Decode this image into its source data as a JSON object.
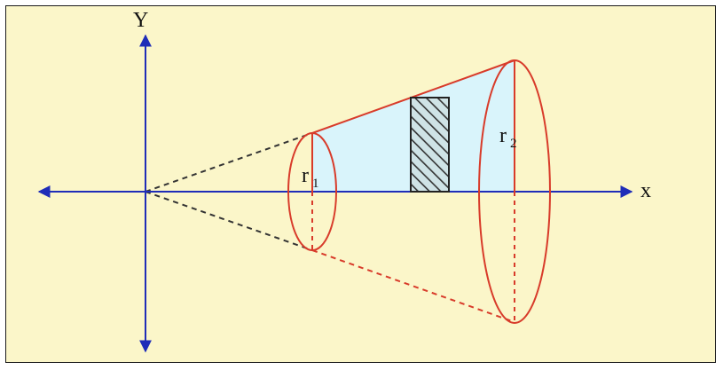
{
  "labels": {
    "y_axis": "Y",
    "x_axis": "x",
    "r1": "r",
    "r1_sub": "1",
    "r2": "r",
    "r2_sub": "2"
  },
  "colors": {
    "background": "#fbf6c9",
    "axis": "#1f2db8",
    "cone_outline": "#d83b2a",
    "frustum_fill": "#d9f4fb",
    "cone_dashed": "#333333",
    "hatch": "#333333"
  }
}
